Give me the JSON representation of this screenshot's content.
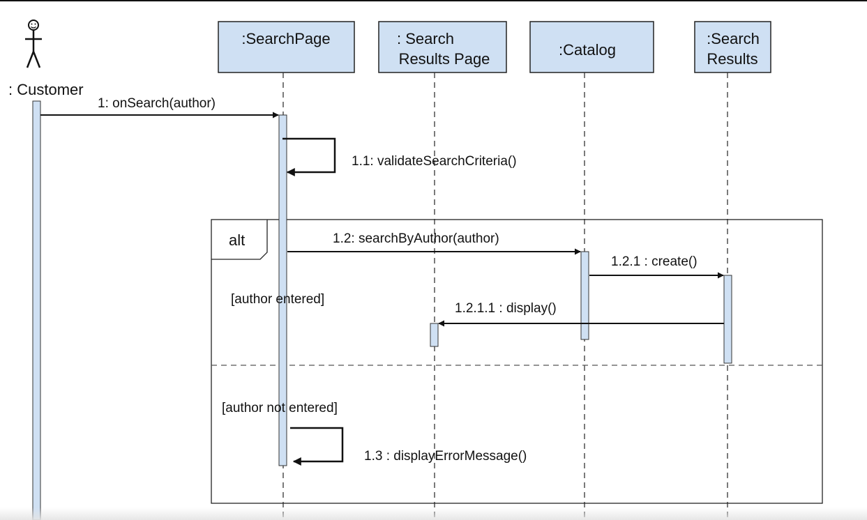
{
  "actor": {
    "name": ": Customer"
  },
  "lifelines": [
    {
      "id": "search-page",
      "lines": [
        ":SearchPage"
      ]
    },
    {
      "id": "search-results-page",
      "lines": [
        ": Search",
        "Results Page"
      ]
    },
    {
      "id": "catalog",
      "lines": [
        ":Catalog"
      ]
    },
    {
      "id": "search-results",
      "lines": [
        ":Search",
        "Results"
      ]
    }
  ],
  "messages": [
    {
      "id": "m1",
      "label": "1: onSearch(author)"
    },
    {
      "id": "m1-1",
      "label": "1.1: validateSearchCriteria()"
    },
    {
      "id": "m1-2",
      "label": "1.2: searchByAuthor(author)"
    },
    {
      "id": "m1-2-1",
      "label": "1.2.1 : create()"
    },
    {
      "id": "m1-2-1-1",
      "label": "1.2.1.1 : display()"
    },
    {
      "id": "m1-3",
      "label": "1.3 : displayErrorMessage()"
    }
  ],
  "fragment": {
    "operator": "alt",
    "guards": [
      "[author entered]",
      "[author not entered]"
    ]
  },
  "colors": {
    "box_fill": "#cfe0f3",
    "box_stroke": "#222222",
    "activation_fill": "#cfe0f3",
    "line": "#111111"
  }
}
